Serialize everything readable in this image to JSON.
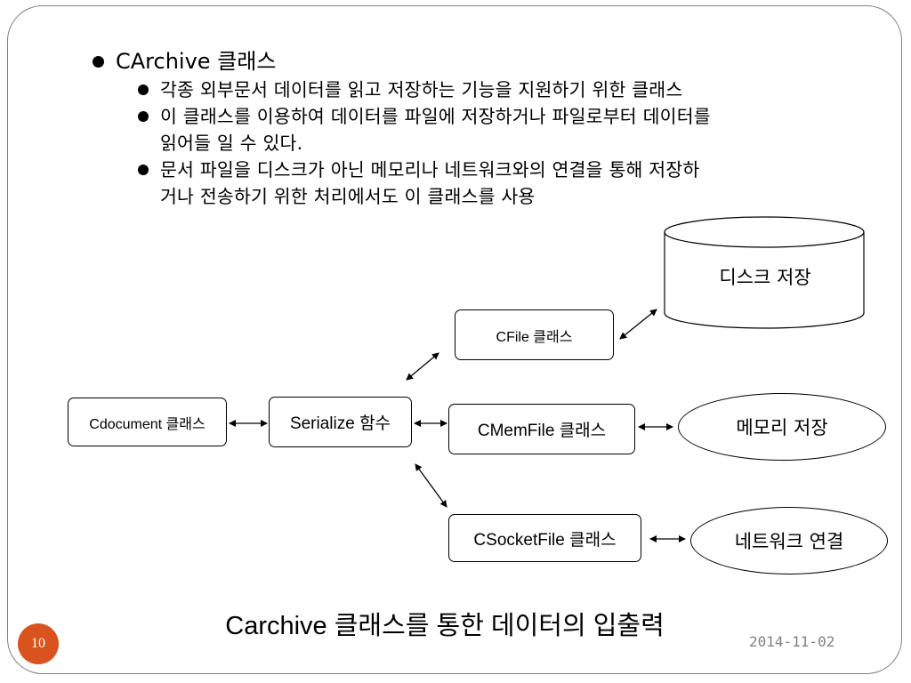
{
  "slide": {
    "heading": "CArchive 클래스",
    "bullets": [
      {
        "lines": [
          "각종 외부문서 데이터를 읽고 저장하는 기능을 지원하기 위한 클래스"
        ]
      },
      {
        "lines": [
          "이 클래스를 이용하여 데이터를 파일에 저장하거나 파일로부터 데이터를",
          "읽어들 일 수 있다."
        ]
      },
      {
        "lines": [
          "문서 파일을 디스크가 아닌 메모리나 네트워크와의 연결을 통해 저장하",
          "거나 전송하기 위한 처리에서도 이 클래스를 사용"
        ]
      }
    ],
    "diagram": {
      "cdocument": "Cdocument 클래스",
      "serialize": "Serialize 함수",
      "cfile": "CFile 클래스",
      "cmemfile": "CMemFile 클래스",
      "csocketfile": "CSocketFile 클래스",
      "disk": "디스크 저장",
      "memory": "메모리 저장",
      "network": "네트워크 연결"
    },
    "caption": "Carchive 클래스를 통한 데이터의 입출력",
    "page_number": "10",
    "date": "2014-11-02",
    "colors": {
      "badge": "#d9531e",
      "frame": "#7f7f7f",
      "date": "#808080"
    }
  }
}
